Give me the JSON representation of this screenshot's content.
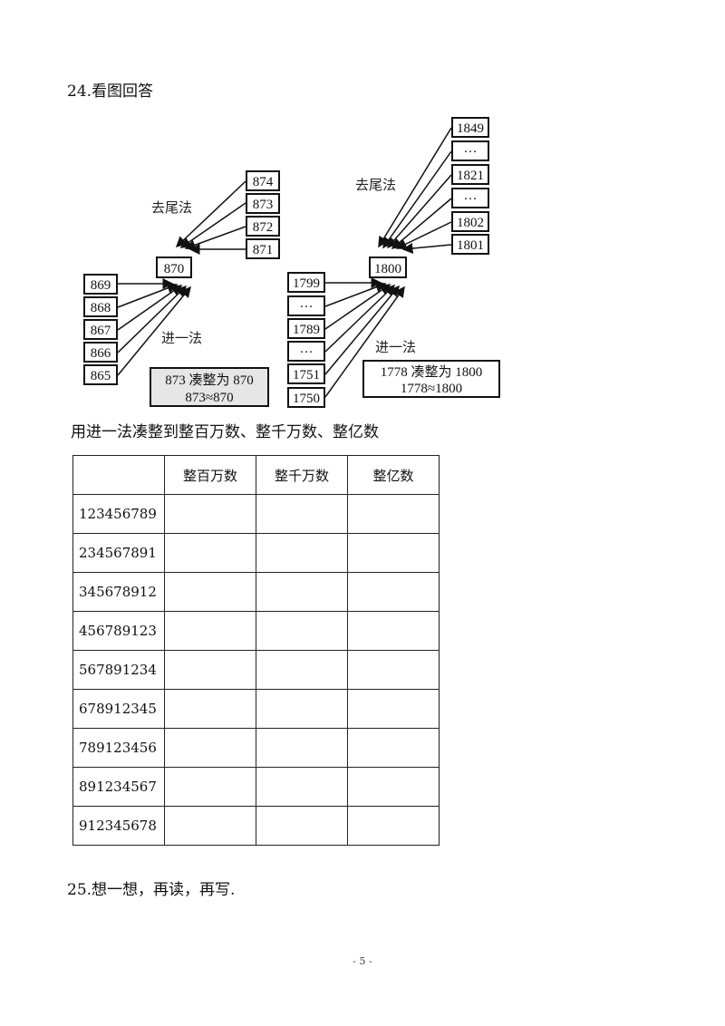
{
  "q24": {
    "title": "24.看图回答"
  },
  "figure_left": {
    "upper_label": "去尾法",
    "lower_label": "进一法",
    "center": "870",
    "upper_boxes": [
      "874",
      "873",
      "872",
      "871"
    ],
    "lower_boxes": [
      "869",
      "868",
      "867",
      "866",
      "865"
    ],
    "note_line1": "873 凑整为 870",
    "note_line2": "873≈870"
  },
  "figure_right": {
    "upper_label": "去尾法",
    "lower_label": "进一法",
    "center": "1800",
    "upper_boxes": [
      "1849",
      "···",
      "1821",
      "···",
      "1802",
      "1801"
    ],
    "lower_boxes": [
      "1799",
      "···",
      "1789",
      "···",
      "1751",
      "1750"
    ],
    "note_line1": "1778 凑整为 1800",
    "note_line2": "1778≈1800"
  },
  "instruction": "用进一法凑整到整百万数、整千万数、整亿数",
  "table": {
    "headers": [
      "",
      "整百万数",
      "整千万数",
      "整亿数"
    ],
    "rows": [
      "123456789",
      "234567891",
      "345678912",
      "456789123",
      "567891234",
      "678912345",
      "789123456",
      "891234567",
      "912345678"
    ]
  },
  "q25": {
    "title": "25.想一想，再读，再写."
  },
  "page_number": "- 5 -"
}
